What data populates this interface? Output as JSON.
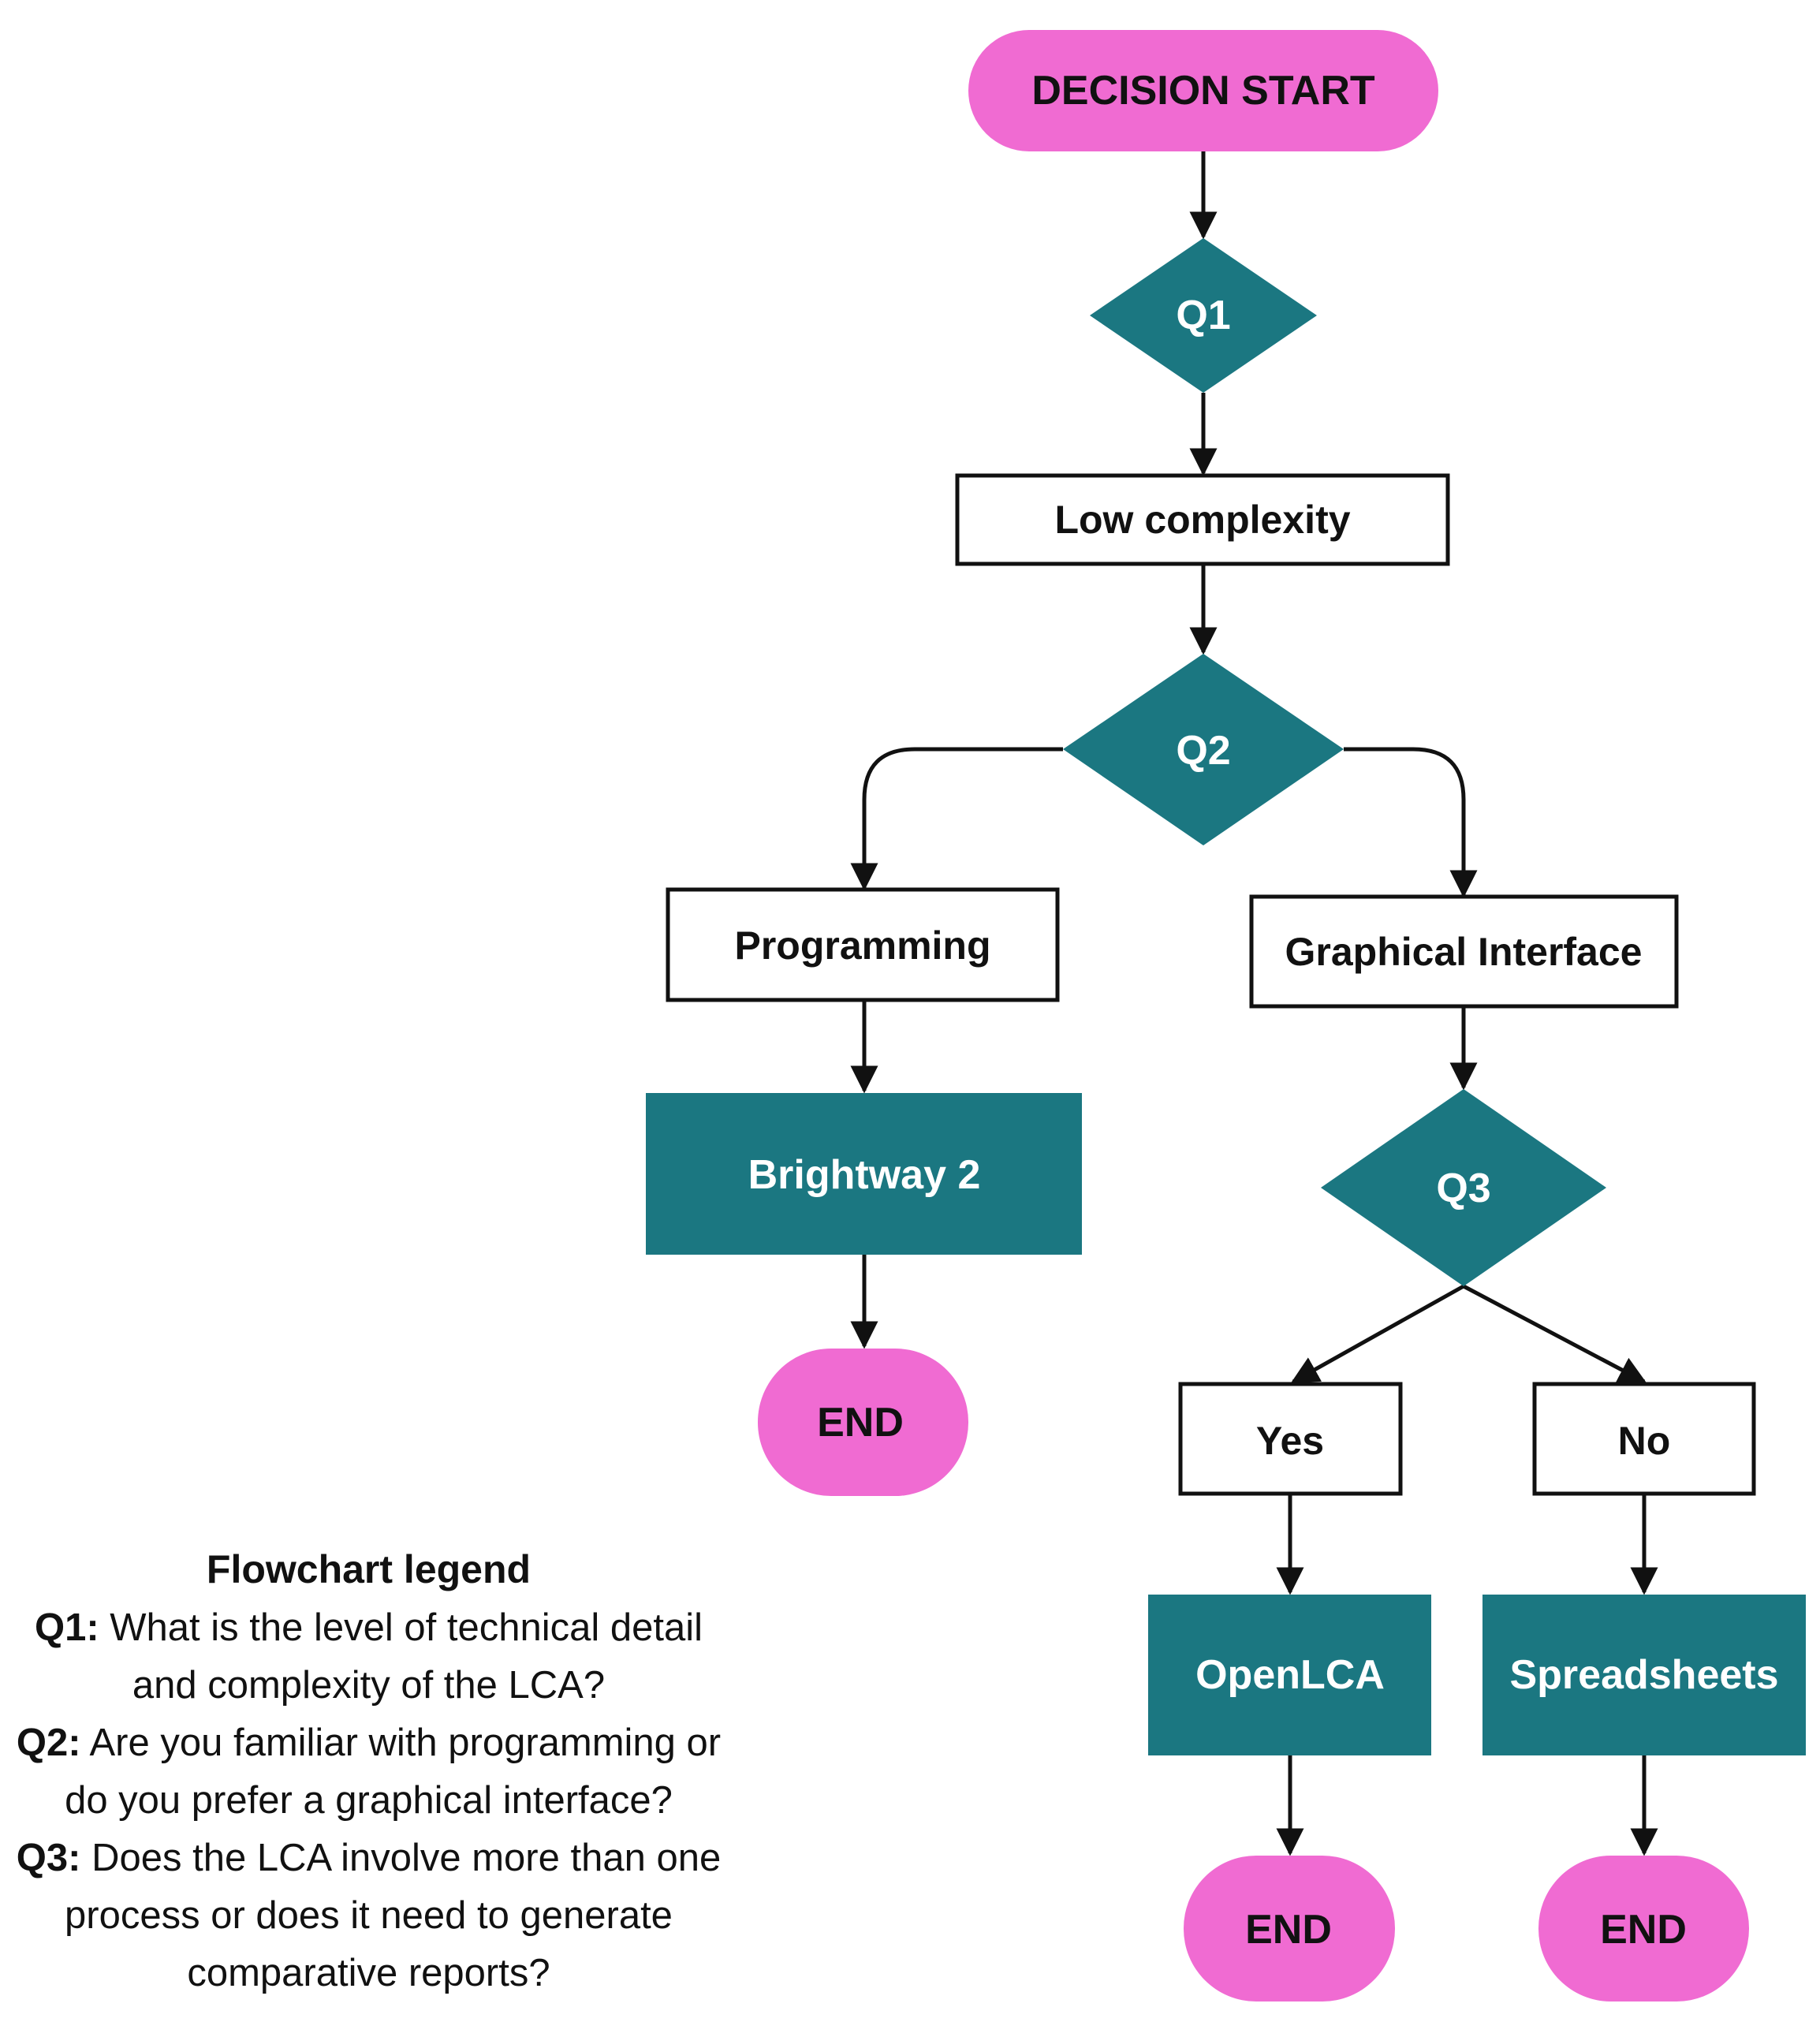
{
  "colors": {
    "terminator": "#f06bd2",
    "decision": "#1b7781",
    "tool": "#1b7781",
    "stroke": "#111111",
    "light_text": "#ffffff",
    "dark_text": "#111111"
  },
  "nodes": {
    "start": "DECISION START",
    "q1": "Q1",
    "low_complexity": "Low complexity",
    "q2": "Q2",
    "programming": "Programming",
    "graphical_interface": "Graphical Interface",
    "brightway": "Brightway 2",
    "q3": "Q3",
    "end_brightway": "END",
    "yes": "Yes",
    "no": "No",
    "openlca": "OpenLCA",
    "spreadsheets": "Spreadsheets",
    "end_openlca": "END",
    "end_spreadsheets": "END"
  },
  "legend": {
    "title": "Flowchart legend",
    "items": [
      {
        "key": "Q1:",
        "text": "What is the level of technical detail and complexity of the LCA?"
      },
      {
        "key": "Q2:",
        "text": "Are you familiar with programming or do you prefer a graphical interface?"
      },
      {
        "key": "Q3:",
        "text": "Does the LCA involve more than one process or does it need to generate comparative reports?"
      }
    ]
  }
}
